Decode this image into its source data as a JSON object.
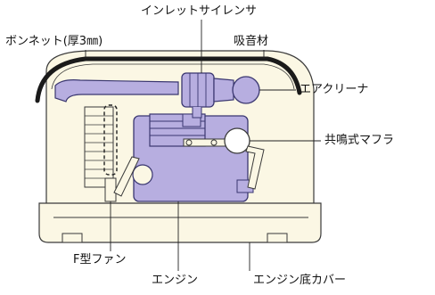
{
  "labels": {
    "inlet_silencer": "インレットサイレンサ",
    "bonnet": "ボンネット(厚3㎜)",
    "sound_absorber": "吸音材",
    "air_cleaner": "エアクリーナ",
    "resonance_muffler": "共鳴式マフラ",
    "f_fan": "F型ファン",
    "engine": "エンジン",
    "engine_bottom_cover": "エンジン底カバー"
  },
  "colors": {
    "housing_fill": "#fbf7e4",
    "component_fill": "#b7aee0",
    "component_stroke": "#3a3770",
    "absorber": "#1a1a1a"
  }
}
